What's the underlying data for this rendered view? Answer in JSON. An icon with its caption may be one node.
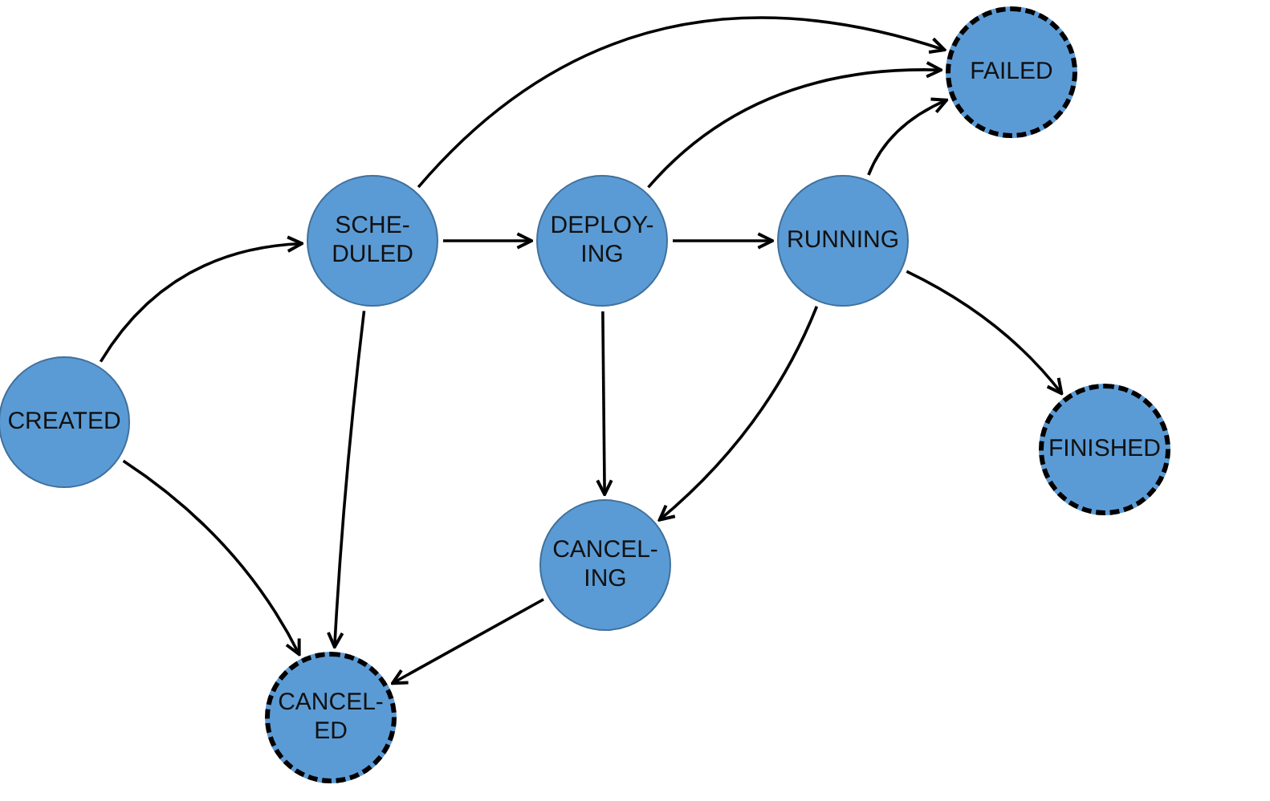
{
  "diagram": {
    "nodes": [
      {
        "text": [
          "CREATED"
        ]
      },
      {
        "text": [
          "SCHE- DULED"
        ]
      },
      {
        "text": [
          "DEPLOY- ING"
        ]
      },
      {
        "text": [
          "RUNNING"
        ]
      },
      {
        "text": [
          "FAILED"
        ]
      },
      {
        "text": [
          "FINISHED"
        ]
      },
      {
        "text": [
          "CANCEL- ING"
        ]
      },
      {
        "text": [
          "CANCEL- ED"
        ]
      }
    ],
    "edges": [
      {
        "from": 0,
        "to": 1,
        "arrow": "to"
      },
      {
        "from": 0,
        "to": 7,
        "arrow": "to"
      },
      {
        "from": 1,
        "to": 4,
        "arrow": "to"
      },
      {
        "from": 1,
        "to": 2,
        "arrow": "to"
      },
      {
        "from": 1,
        "to": 7,
        "arrow": "to"
      },
      {
        "from": 2,
        "to": 4,
        "arrow": "to"
      },
      {
        "from": 2,
        "to": 3,
        "arrow": "to"
      },
      {
        "from": 2,
        "to": 6,
        "arrow": "to"
      },
      {
        "from": 3,
        "to": 4,
        "arrow": "to"
      },
      {
        "from": 3,
        "to": 5,
        "arrow": "to"
      },
      {
        "from": 3,
        "to": 6,
        "arrow": "to"
      },
      {
        "from": 6,
        "to": 7,
        "arrow": "to"
      }
    ]
  }
}
